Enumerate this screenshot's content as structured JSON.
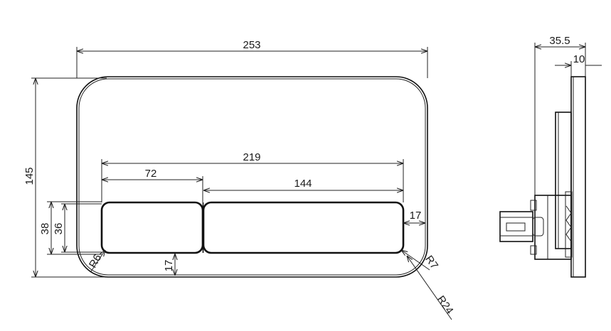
{
  "front_view": {
    "overall_width": "253",
    "overall_height": "145",
    "buttons_width": "219",
    "small_button_width": "72",
    "large_button_width": "144",
    "button_height_outer": "38",
    "button_height_inner": "36",
    "right_margin": "17",
    "bottom_margin": "17",
    "button_corner_radius": "R6",
    "button_corner_radius_right": "R7",
    "plate_corner_radius": "R24"
  },
  "side_view": {
    "total_depth": "35.5",
    "plate_thickness": "10"
  }
}
